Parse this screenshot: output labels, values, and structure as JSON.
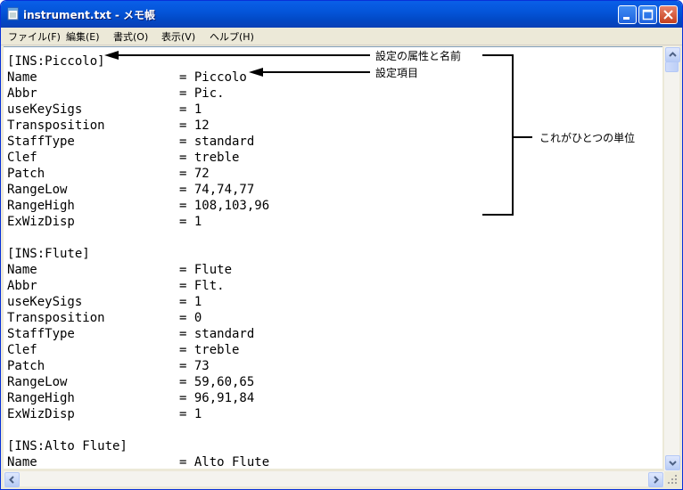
{
  "window": {
    "title": "instrument.txt - メモ帳",
    "icon": "notepad-icon"
  },
  "menu": [
    {
      "label": "ファイル(F)"
    },
    {
      "label": "編集(E)"
    },
    {
      "label": "書式(O)"
    },
    {
      "label": "表示(V)"
    },
    {
      "label": "ヘルプ(H)"
    }
  ],
  "document": {
    "lines": [
      {
        "key": "[INS:Piccolo]",
        "value": ""
      },
      {
        "key": "Name",
        "value": "= Piccolo"
      },
      {
        "key": "Abbr",
        "value": "= Pic."
      },
      {
        "key": "useKeySigs",
        "value": "= 1"
      },
      {
        "key": "Transposition",
        "value": "= 12"
      },
      {
        "key": "StaffType",
        "value": "= standard"
      },
      {
        "key": "Clef",
        "value": "= treble"
      },
      {
        "key": "Patch",
        "value": "= 72"
      },
      {
        "key": "RangeLow",
        "value": "= 74,74,77"
      },
      {
        "key": "RangeHigh",
        "value": "= 108,103,96"
      },
      {
        "key": "ExWizDisp",
        "value": "= 1"
      },
      {
        "key": "",
        "value": ""
      },
      {
        "key": "[INS:Flute]",
        "value": ""
      },
      {
        "key": "Name",
        "value": "= Flute"
      },
      {
        "key": "Abbr",
        "value": "= Flt."
      },
      {
        "key": "useKeySigs",
        "value": "= 1"
      },
      {
        "key": "Transposition",
        "value": "= 0"
      },
      {
        "key": "StaffType",
        "value": "= standard"
      },
      {
        "key": "Clef",
        "value": "= treble"
      },
      {
        "key": "Patch",
        "value": "= 73"
      },
      {
        "key": "RangeLow",
        "value": "= 59,60,65"
      },
      {
        "key": "RangeHigh",
        "value": "= 96,91,84"
      },
      {
        "key": "ExWizDisp",
        "value": "= 1"
      },
      {
        "key": "",
        "value": ""
      },
      {
        "key": "[INS:Alto Flute]",
        "value": ""
      },
      {
        "key": "Name",
        "value": "= Alto Flute"
      }
    ]
  },
  "annotations": {
    "section_name": "設定の属性と名前",
    "setting_item": "設定項目",
    "unit": "これがひとつの単位"
  },
  "colors": {
    "titlebar": "#0455d9",
    "chrome": "#ece9d8",
    "close_button": "#c4401e"
  }
}
